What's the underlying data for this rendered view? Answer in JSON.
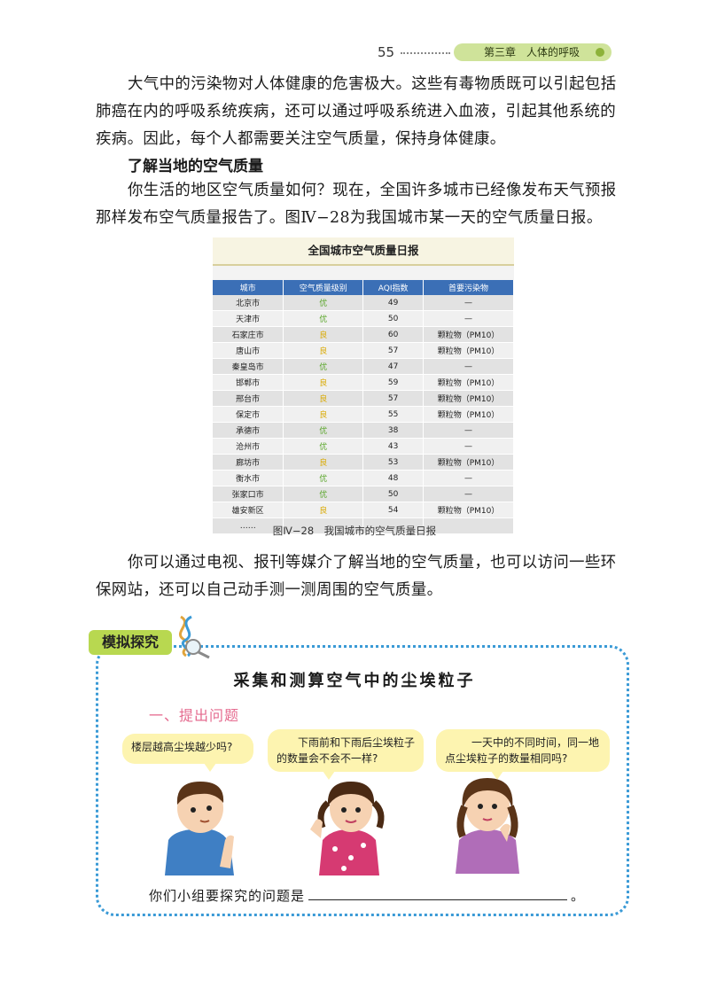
{
  "header": {
    "page_number": "55",
    "chapter": "第三章　人体的呼吸"
  },
  "paragraphs": {
    "p1": "大气中的污染物对人体健康的危害极大。这些有毒物质既可以引起包括肺癌在内的呼吸系统疾病，还可以通过呼吸系统进入血液，引起其他系统的疾病。因此，每个人都需要关注空气质量，保持身体健康。",
    "subheading": "了解当地的空气质量",
    "p2": "你生活的地区空气质量如何？现在，全国许多城市已经像发布天气预报那样发布空气质量报告了。图Ⅳ−28为我国城市某一天的空气质量日报。",
    "p3": "你可以通过电视、报刊等媒介了解当地的空气质量，也可以访问一些环保网站，还可以自己动手测一测周围的空气质量。"
  },
  "aqi_table": {
    "title": "全国城市空气质量日报",
    "columns": [
      "城市",
      "空气质量级别",
      "AQI指数",
      "首要污染物"
    ],
    "rows": [
      [
        "北京市",
        "优",
        "49",
        "—"
      ],
      [
        "天津市",
        "优",
        "50",
        "—"
      ],
      [
        "石家庄市",
        "良",
        "60",
        "颗粒物（PM10）"
      ],
      [
        "唐山市",
        "良",
        "57",
        "颗粒物（PM10）"
      ],
      [
        "秦皇岛市",
        "优",
        "47",
        "—"
      ],
      [
        "邯郸市",
        "良",
        "59",
        "颗粒物（PM10）"
      ],
      [
        "邢台市",
        "良",
        "57",
        "颗粒物（PM10）"
      ],
      [
        "保定市",
        "良",
        "55",
        "颗粒物（PM10）"
      ],
      [
        "承德市",
        "优",
        "38",
        "—"
      ],
      [
        "沧州市",
        "优",
        "43",
        "—"
      ],
      [
        "廊坊市",
        "良",
        "53",
        "颗粒物（PM10）"
      ],
      [
        "衡水市",
        "优",
        "48",
        "—"
      ],
      [
        "张家口市",
        "优",
        "50",
        "—"
      ],
      [
        "雄安新区",
        "良",
        "54",
        "颗粒物（PM10）"
      ],
      [
        "……",
        "",
        "",
        ""
      ]
    ],
    "grade_colors": {
      "优": "#5aa62a",
      "良": "#d9a900"
    },
    "header_color": "#3b6fb6"
  },
  "caption": "图Ⅳ−28　我国城市的空气质量日报",
  "explore": {
    "tag": "模拟探究",
    "title": "采集和测算空气中的尘埃粒子",
    "section": "一、提出问题",
    "bubbles": [
      "楼层越高尘埃越少吗?",
      "下雨前和下雨后尘埃粒子的数量会不会不一样?",
      "一天中的不同时间，同一地点尘埃粒子的数量相同吗?"
    ],
    "question_prompt": "你们小组要探究的问题是",
    "question_end": "。",
    "accent_color": "#3a9ad6",
    "tag_color": "#b8d850"
  }
}
